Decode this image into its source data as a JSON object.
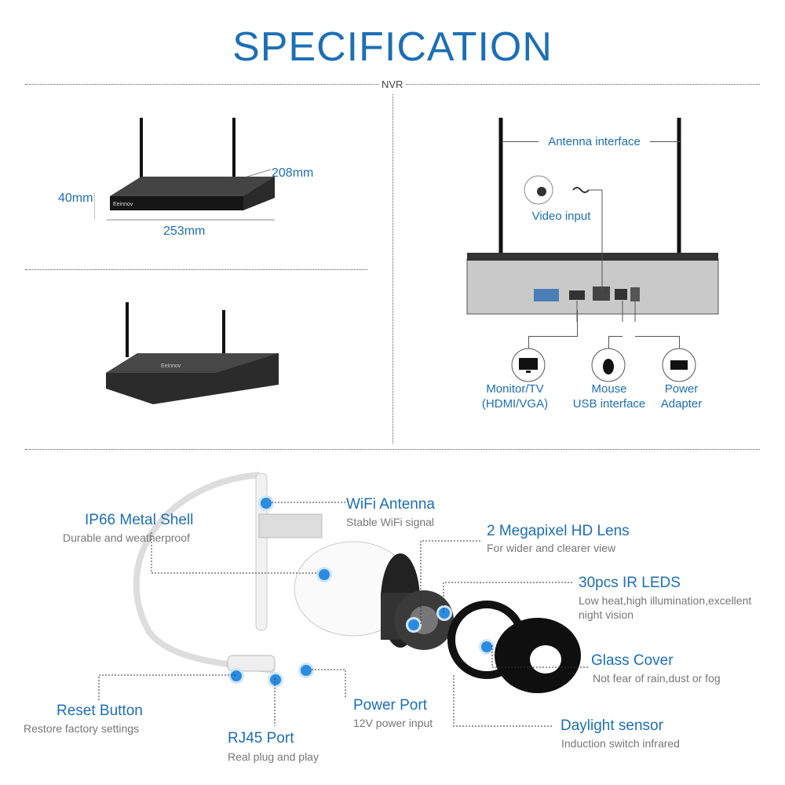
{
  "title": "SPECIFICATION",
  "section_label": "NVR",
  "dimensions": {
    "height": "40mm",
    "depth": "208mm",
    "width": "253mm"
  },
  "brand": "Eeinnov",
  "rear_labels": {
    "antenna": "Antenna interface",
    "video_input": "Video input",
    "monitor": [
      "Monitor/TV",
      "(HDMI/VGA)"
    ],
    "mouse": [
      "Mouse",
      "USB interface"
    ],
    "power": [
      "Power",
      "Adapter"
    ]
  },
  "camera_features": {
    "wifi_antenna": {
      "title": "WiFi Antenna",
      "sub": "Stable WiFi signal"
    },
    "metal_shell": {
      "title": "IP66 Metal Shell",
      "sub": "Durable and weatherproof"
    },
    "hd_lens": {
      "title": "2 Megapixel HD Lens",
      "sub": "For wider and clearer view"
    },
    "ir_leds": {
      "title": "30pcs IR LEDS",
      "sub1": "Low heat,high illumination,excellent",
      "sub2": "night vision"
    },
    "glass_cover": {
      "title": "Glass Cover",
      "sub": "Not fear of rain,dust or fog"
    },
    "reset": {
      "title": "Reset Button",
      "sub": "Restore factory settings"
    },
    "power_port": {
      "title": "Power Port",
      "sub": "12V power input"
    },
    "daylight": {
      "title": "Daylight sensor",
      "sub": "Induction switch infrared"
    },
    "rj45": {
      "title": "RJ45 Port",
      "sub": "Real plug and play"
    }
  },
  "colors": {
    "accent": "#1d6fb4",
    "device": "#1c1c1c",
    "dot": "#2a8be0"
  }
}
